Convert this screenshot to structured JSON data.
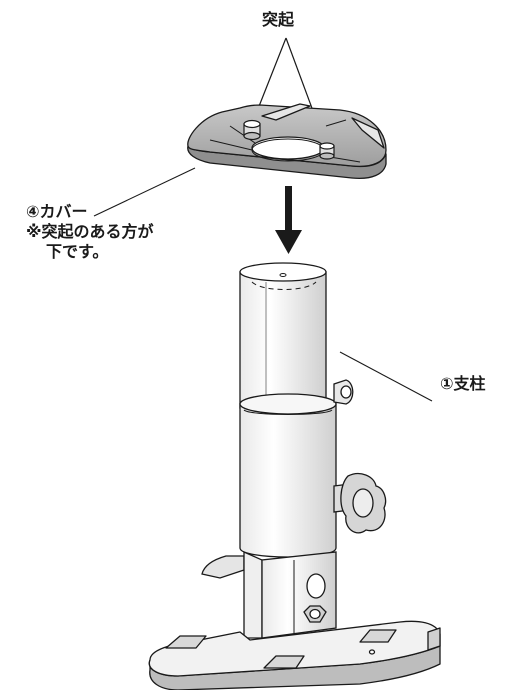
{
  "labels": {
    "protrusion": "突起",
    "cover": "④カバー",
    "note_line1": "※突起のある方が",
    "note_line2": "下です。",
    "pole": "①支柱"
  },
  "colors": {
    "line": "#1a1a1a",
    "cover_fill": "#bdbdbd",
    "cover_shadow": "#8f8f8f",
    "metal_light": "#f4f4f4",
    "metal_shade": "#c9c9c9"
  },
  "icons": {
    "arrow": "arrow-down-icon"
  }
}
